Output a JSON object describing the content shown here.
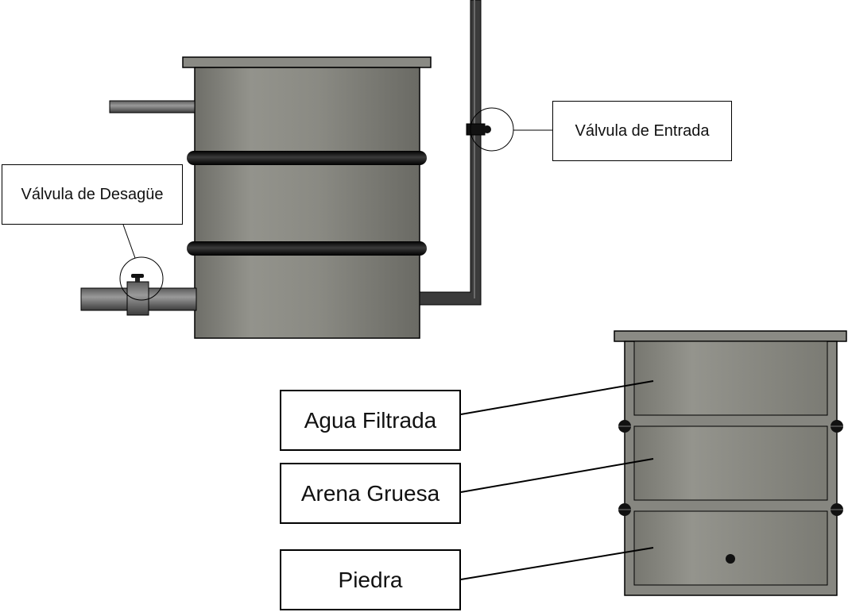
{
  "labels": {
    "inlet_valve": "Válvula de Entrada",
    "drain_valve": "Válvula de Desagüe",
    "layer_top": "Agua Filtrada",
    "layer_middle": "Arena Gruesa",
    "layer_bottom": "Piedra"
  },
  "colors": {
    "tank": "#8d8d86",
    "tank_dark": "#6f6f69",
    "pipe": "#4a4a4a",
    "ring": "#111111",
    "outline": "#000000"
  }
}
